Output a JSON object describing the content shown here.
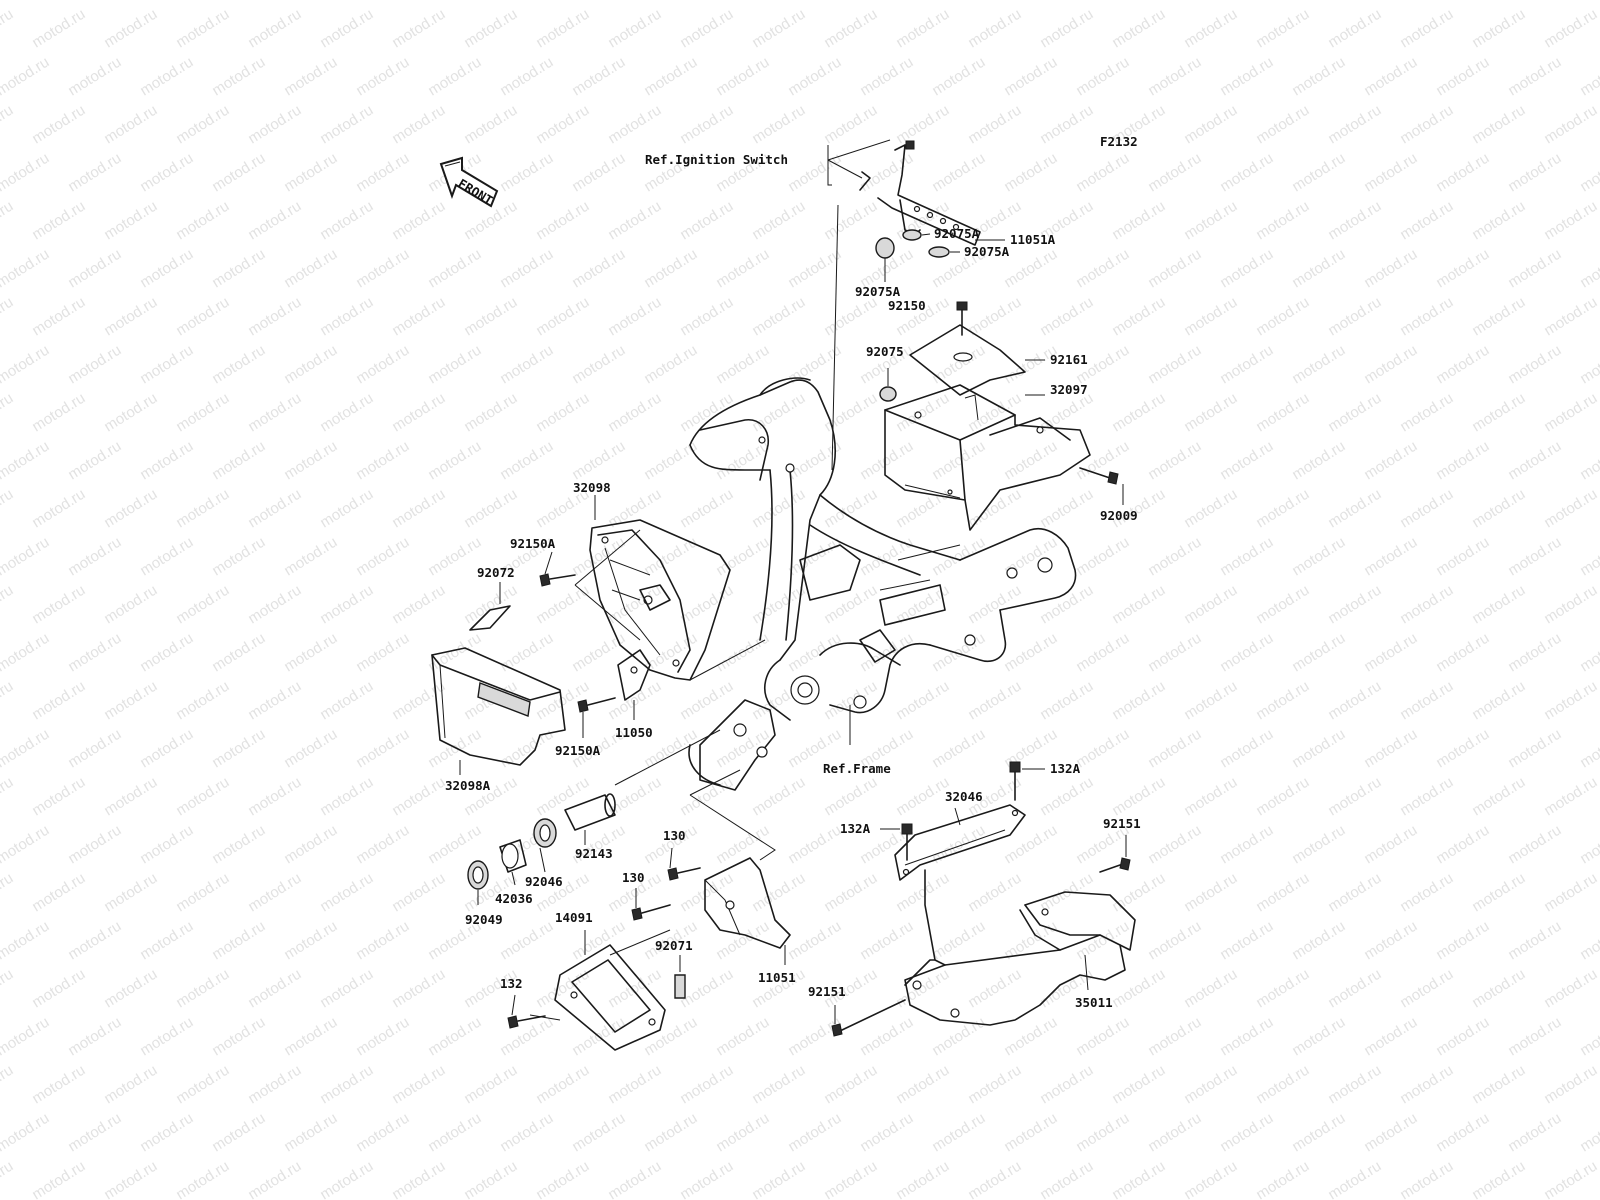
{
  "figure_code": "F2132",
  "front_arrow_text": "FRONT",
  "watermark_text": "motod.ru",
  "references": {
    "ignition_switch": "Ref.Ignition Switch",
    "frame": "Ref.Frame"
  },
  "callouts": {
    "p11051A": "11051A",
    "p92075A_a": "92075A",
    "p92075A_b": "92075A",
    "p92075A_c": "92075A",
    "p92150": "92150",
    "p92075": "92075",
    "p92161": "92161",
    "p32097": "32097",
    "p92009": "92009",
    "p32098": "32098",
    "p92150A_a": "92150A",
    "p92072": "92072",
    "p32098A": "32098A",
    "p11050": "11050",
    "p92150A_b": "92150A",
    "p92143": "92143",
    "p92046": "92046",
    "p42036": "42036",
    "p92049": "92049",
    "p130_a": "130",
    "p130_b": "130",
    "p14091": "14091",
    "p92071": "92071",
    "p11051": "11051",
    "p132": "132",
    "p132A_a": "132A",
    "p132A_b": "132A",
    "p32046": "32046",
    "p92151_a": "92151",
    "p92151_b": "92151",
    "p35011": "35011"
  }
}
